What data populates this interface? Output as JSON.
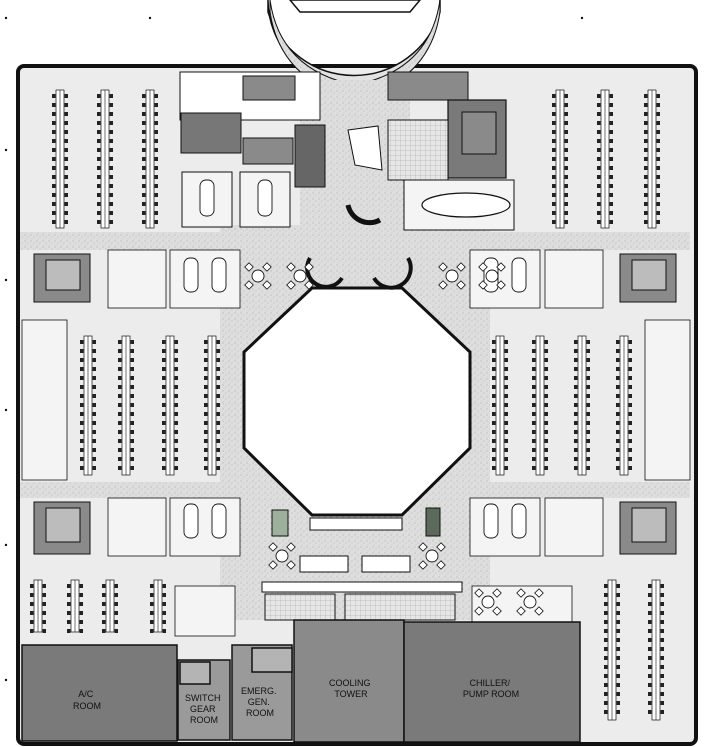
{
  "rooms": {
    "ac_room": [
      "A/C",
      "ROOM"
    ],
    "switch_gear": [
      "SWITCH",
      "GEAR",
      "ROOM"
    ],
    "emerg_gen": [
      "EMERG.",
      "GEN.",
      "ROOM"
    ],
    "cooling_tower": [
      "COOLING",
      "TOWER"
    ],
    "chiller": [
      "CHILLER/",
      "PUMP ROOM"
    ]
  },
  "colors": {
    "wall": "#111111",
    "dark_room": "#7a7a7a",
    "service": "#9a9a9a",
    "corridor": "#dcdcdc",
    "office_floor": "#ececec",
    "room_floor": "#f4f4f4"
  }
}
